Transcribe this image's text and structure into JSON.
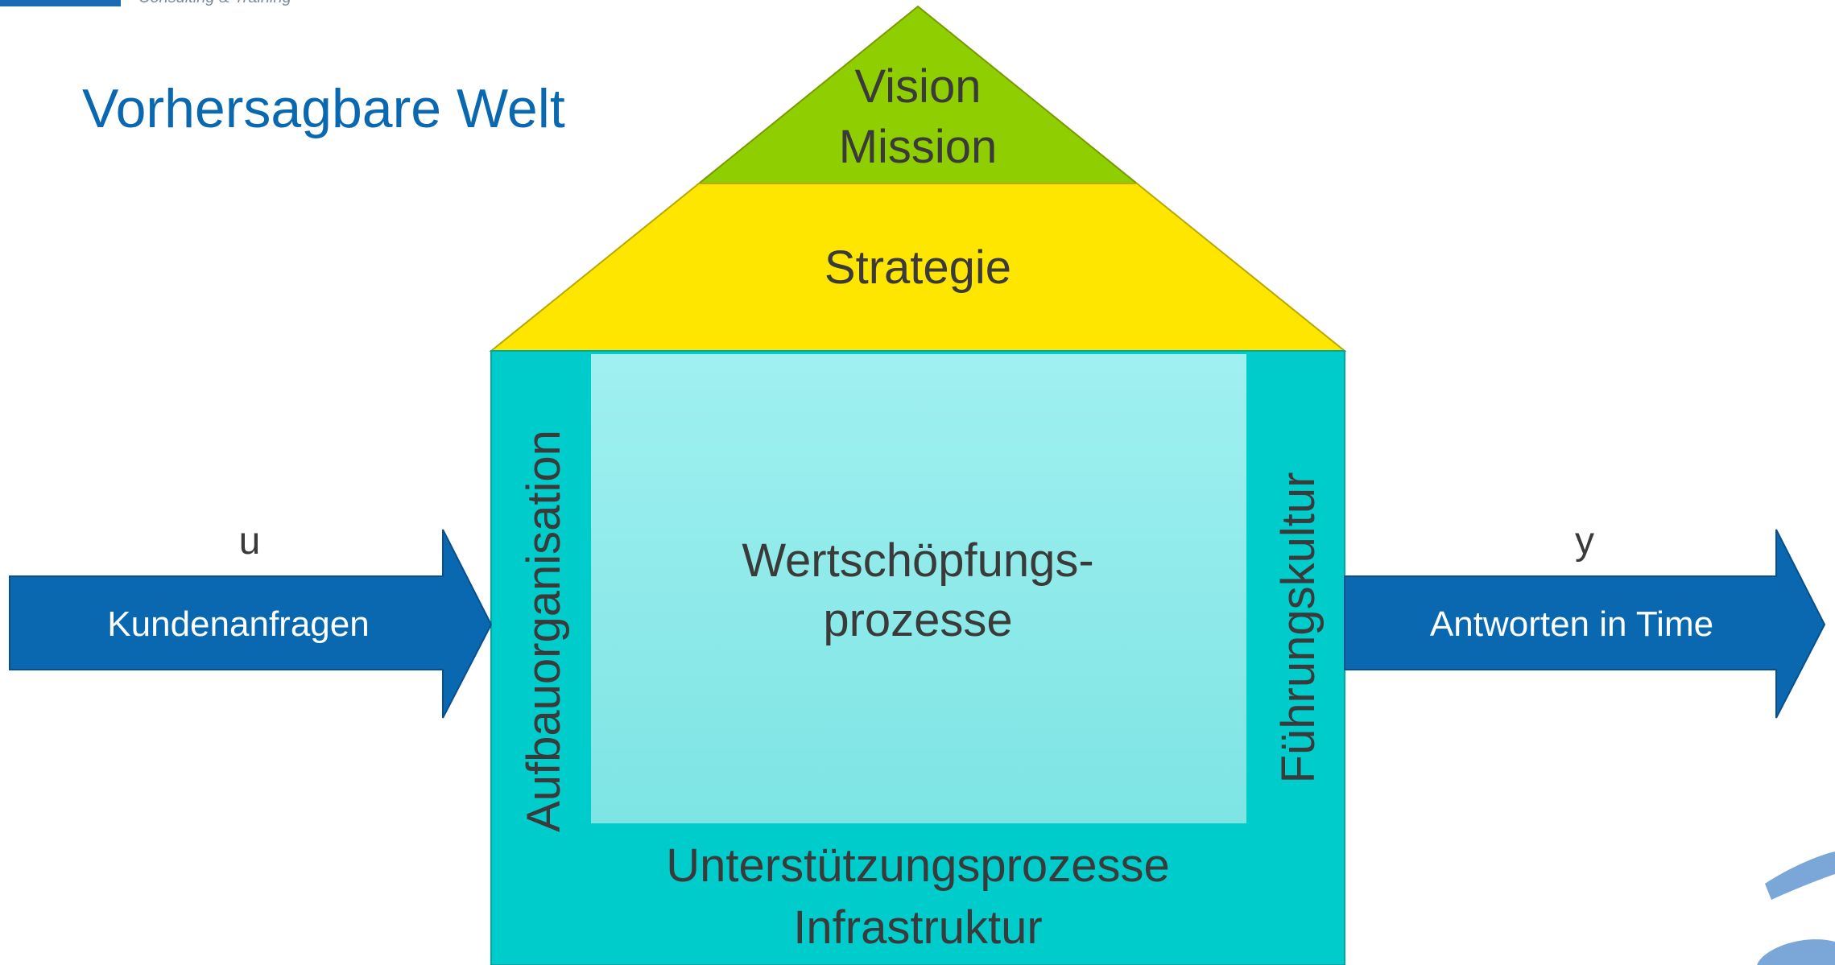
{
  "header": {
    "logo_text": "Consulting & Training",
    "title": "Vorhersagbare Welt"
  },
  "roof": {
    "top": [
      "Vision",
      "Mission"
    ],
    "middle": "Strategie"
  },
  "house": {
    "left_pillar": "Aufbauorganisation",
    "right_pillar": "Führungskultur",
    "center": [
      "Wertschöpfungs-",
      "prozesse"
    ],
    "base": [
      "Unterstützungsprozesse",
      "Infrastruktur"
    ]
  },
  "input": {
    "symbol": "u",
    "label": "Kundenanfragen"
  },
  "output": {
    "symbol": "y",
    "label": "Antworten in Time"
  },
  "colors": {
    "title": "#0a68b0",
    "roof_top": "#8fce00",
    "roof_middle": "#ffe600",
    "house_body": "#00cccc",
    "house_center": "#9cefef",
    "arrow": "#0a68b0",
    "text": "#3a3a3a"
  }
}
